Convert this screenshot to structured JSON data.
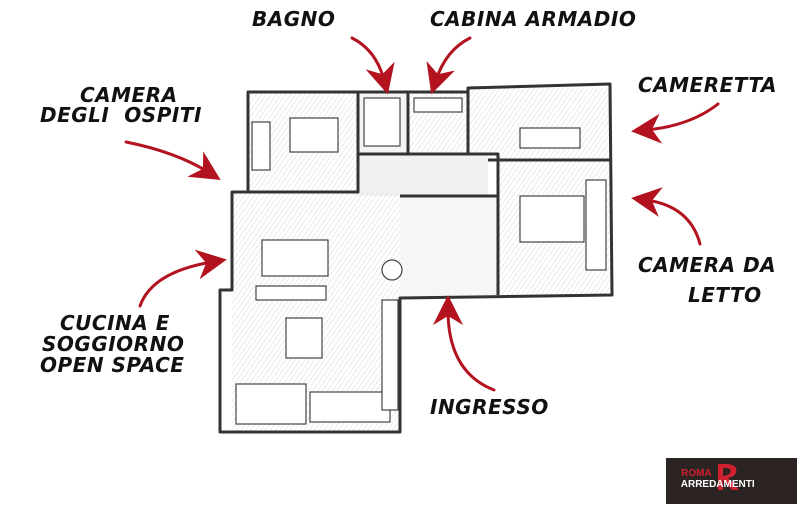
{
  "labels": {
    "bagno": "BAGNO",
    "cabina_armadio": "CABINA ARMADIO",
    "camera_ospiti_1": "CAMERA",
    "camera_ospiti_2": "DEGLI  OSPITI",
    "cameretta": "CAMERETTA",
    "camera_da_letto_1": "CAMERA DA",
    "camera_da_letto_2": "LETTO",
    "cucina_1": "CUCINA E",
    "cucina_2": "SOGGIORNO",
    "cucina_3": "OPEN SPACE",
    "ingresso": "INGRESSO"
  },
  "logo": {
    "part1": "ROMA",
    "part2": "ARREDAMENTI"
  },
  "colors": {
    "arrow": "#b3121f",
    "walls": "#333333",
    "logo_bg": "#2b2423",
    "logo_red": "#d1202f"
  }
}
